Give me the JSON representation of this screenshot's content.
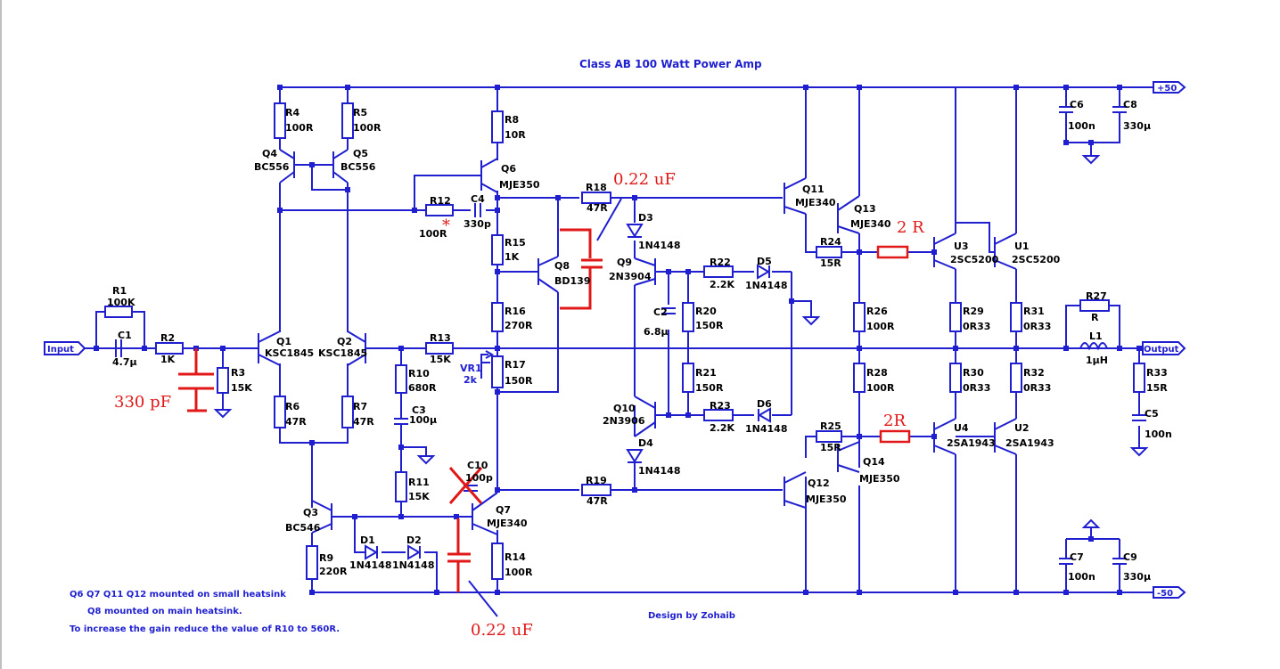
{
  "title": "Class AB 100 Watt Power Amp",
  "credit": "Design by Zohaib",
  "notes": [
    "Q6 Q7 Q11 Q12 mounted on small heatsink",
    "Q8 mounted on main heatsink.",
    "To increase the gain reduce the value of R10  to 560R."
  ],
  "ports": {
    "input": "Input",
    "output": "Output",
    "pos_rail": "+50",
    "neg_rail": "-50"
  },
  "components": {
    "R1": [
      "R1",
      "100K"
    ],
    "C1": [
      "C1",
      "4.7µ"
    ],
    "R2": [
      "R2",
      "1K"
    ],
    "R3": [
      "R3",
      "15K"
    ],
    "Q1": [
      "Q1",
      "KSC1845"
    ],
    "Q2": [
      "Q2",
      "KSC1845"
    ],
    "R4": [
      "R4",
      "100R"
    ],
    "R5": [
      "R5",
      "100R"
    ],
    "Q4": [
      "Q4",
      "BC556"
    ],
    "Q5": [
      "Q5",
      "BC556"
    ],
    "R6": [
      "R6",
      "47R"
    ],
    "R7": [
      "R7",
      "47R"
    ],
    "Q3": [
      "Q3",
      "BC546"
    ],
    "R9": [
      "R9",
      "220R"
    ],
    "D1": [
      "D1",
      "1N4148"
    ],
    "D2": [
      "D2",
      "1N4148"
    ],
    "R10": [
      "R10",
      "680R"
    ],
    "C3": [
      "C3",
      "100µ"
    ],
    "R11": [
      "R11",
      "15K"
    ],
    "R12": [
      "R12",
      "100R"
    ],
    "C4": [
      "C4",
      "330p"
    ],
    "R8": [
      "R8",
      "10R"
    ],
    "Q6": [
      "Q6",
      "MJE350"
    ],
    "R15": [
      "R15",
      "1K"
    ],
    "Q8": [
      "Q8",
      "BD139"
    ],
    "R16": [
      "R16",
      "270R"
    ],
    "R17": [
      "R17",
      "150R"
    ],
    "VR1": [
      "VR1",
      "2k"
    ],
    "R13": [
      "R13",
      "15K"
    ],
    "C10": [
      "C10",
      "100p"
    ],
    "Q7": [
      "Q7",
      "MJE340"
    ],
    "R14": [
      "R14",
      "100R"
    ],
    "R18": [
      "R18",
      "47R"
    ],
    "R19": [
      "R19",
      "47R"
    ],
    "D3": [
      "D3",
      "1N4148"
    ],
    "D4": [
      "D4",
      "1N4148"
    ],
    "Q9": [
      "Q9",
      "2N3904"
    ],
    "Q10": [
      "Q10",
      "2N3906"
    ],
    "C2": [
      "C2",
      "6.8µ"
    ],
    "R20": [
      "R20",
      "150R"
    ],
    "R21": [
      "R21",
      "150R"
    ],
    "R22": [
      "R22",
      "2.2K"
    ],
    "R23": [
      "R23",
      "2.2K"
    ],
    "D5": [
      "D5",
      "1N4148"
    ],
    "D6": [
      "D6",
      "1N4148"
    ],
    "Q11": [
      "Q11",
      "MJE340"
    ],
    "Q13": [
      "Q13",
      "MJE340"
    ],
    "Q12": [
      "Q12",
      "MJE350"
    ],
    "Q14": [
      "Q14",
      "MJE350"
    ],
    "R24": [
      "R24",
      "15R"
    ],
    "R25": [
      "R25",
      "15R"
    ],
    "R26": [
      "R26",
      "100R"
    ],
    "R28": [
      "R28",
      "100R"
    ],
    "U1": [
      "U1",
      "2SC5200"
    ],
    "U3": [
      "U3",
      "2SC5200"
    ],
    "U2": [
      "U2",
      "2SA1943"
    ],
    "U4": [
      "U4",
      "2SA1943"
    ],
    "R29": [
      "R29",
      "0R33"
    ],
    "R30": [
      "R30",
      "0R33"
    ],
    "R31": [
      "R31",
      "0R33"
    ],
    "R32": [
      "R32",
      "0R33"
    ],
    "R27": [
      "R27",
      "R"
    ],
    "L1": [
      "L1",
      "1µH"
    ],
    "R33": [
      "R33",
      "15R"
    ],
    "C5": [
      "C5",
      "100n"
    ],
    "C6": [
      "C6",
      "100n"
    ],
    "C8": [
      "C8",
      "330µ"
    ],
    "C7": [
      "C7",
      "100n"
    ],
    "C9": [
      "C9",
      "330µ"
    ]
  },
  "annotations": {
    "cap_input": "330 pF",
    "cap_q8": "0.22 uF",
    "cap_q7": "0.22 uF",
    "res_top": "2 R",
    "res_bottom": "2R",
    "r12_mark": "*"
  },
  "colors": {
    "wire": "#1f1fd0",
    "modification": "#e01818",
    "text": "#000000"
  }
}
